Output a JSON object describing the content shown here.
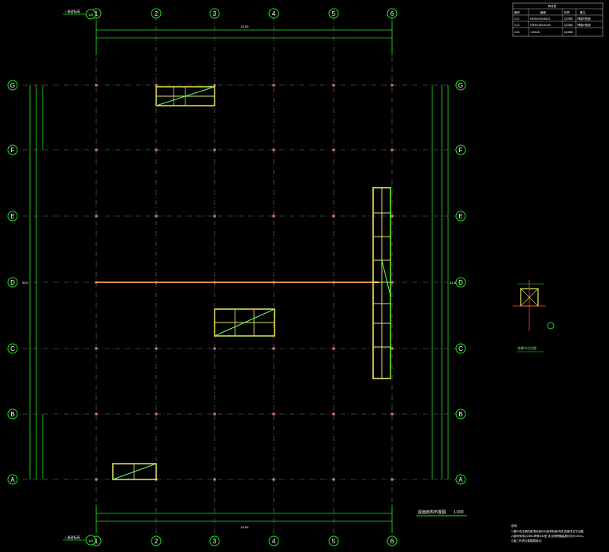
{
  "plan": {
    "col_axes": [
      "1",
      "2",
      "3",
      "4",
      "5",
      "6"
    ],
    "row_axes": [
      "G",
      "F",
      "E",
      "D",
      "C",
      "B",
      "A"
    ],
    "corner_ref": "1/A",
    "top_ref_label": "1 屋面标高",
    "bottom_ref_label": "1 屋面标高",
    "title": "屋面结构布置图",
    "scale": "1:200",
    "dim_total_top": "32.80",
    "dim_total_bottom": "32.80",
    "dim_total_left": "31.5",
    "dim_total_right": "31.5"
  },
  "legend_table": {
    "header": "构件表",
    "columns": [
      "编号",
      "截面",
      "材质",
      "备注"
    ],
    "rows": [
      [
        "GL1",
        "H400x200x8x13",
        "Q235B",
        "焊接H型钢"
      ],
      [
        "GL2",
        "H300x150x6.5x9",
        "Q235B",
        "焊接H型钢"
      ],
      [
        "GZ1",
        "□200x8",
        "Q235B",
        ""
      ]
    ]
  },
  "detail": {
    "title": "柱脚节点详图"
  },
  "notes": {
    "heading": "说明",
    "lines": [
      "1.图中未注明的梁顶标高均为结构标高,构件连接详见节点图。",
      "2.钢材采用Q235B,焊条E43型,未注明焊缝高度均为hf=6mm。",
      "3.施工时请与建筑图核对。"
    ]
  }
}
